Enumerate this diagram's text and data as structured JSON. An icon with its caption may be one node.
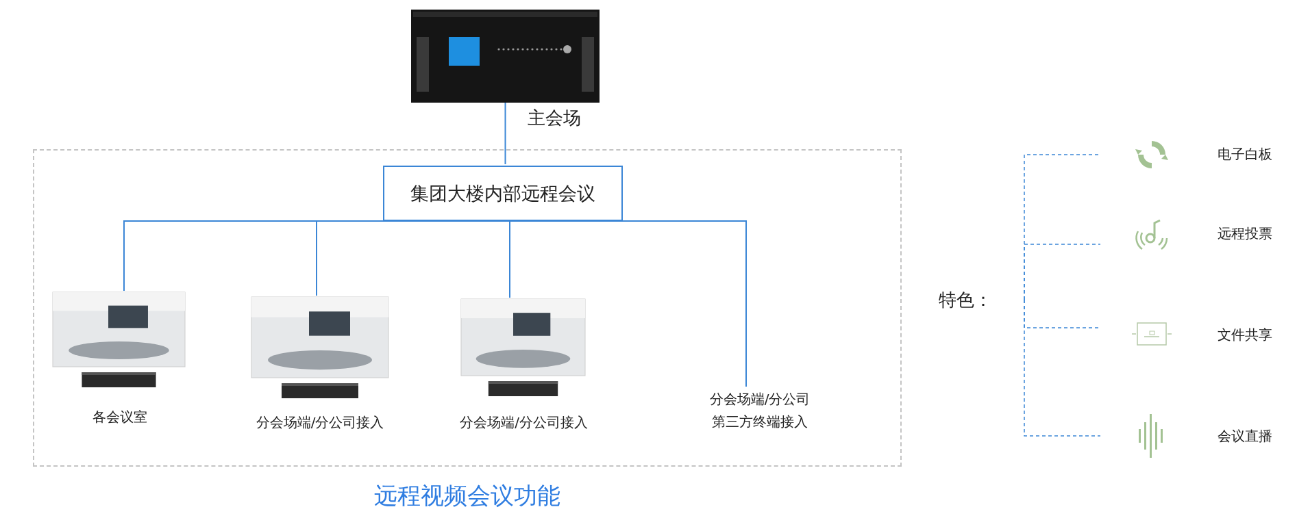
{
  "diagram": {
    "nodes": [
      {
        "text": [],
        "shape": "picture",
        "beside": [
          "主会场"
        ]
      },
      {
        "text": [
          "远程视频会议功能"
        ]
      },
      {
        "text": [
          "集团大楼内部远程会议"
        ],
        "in": 1
      },
      {
        "text": [],
        "shape": "picture",
        "beside": [
          "各会议室"
        ],
        "in": 1
      },
      {
        "text": [],
        "shape": "picture",
        "beside": [
          "分会场端/分公司接入"
        ],
        "in": 1
      },
      {
        "text": [],
        "shape": "picture",
        "beside": [
          "分会场端/分公司接入"
        ],
        "in": 1
      },
      {
        "text": [
          "分会场端/分公司第三方终端接入"
        ],
        "in": 1
      },
      {
        "text": [
          "特色："
        ]
      },
      {
        "text": [],
        "shape": "picture",
        "beside": [
          "电子白板"
        ]
      },
      {
        "text": [],
        "shape": "picture",
        "beside": [
          "远程投票"
        ]
      },
      {
        "text": [],
        "shape": "picture",
        "beside": [
          "文件共享"
        ]
      },
      {
        "text": [],
        "shape": "picture",
        "beside": [
          "会议直播"
        ]
      }
    ],
    "edges": [
      {
        "from": 0,
        "to": 2,
        "arrow": "none"
      },
      {
        "from": 2,
        "to": 3,
        "arrow": "none"
      },
      {
        "from": 2,
        "to": 4,
        "arrow": "none"
      },
      {
        "from": 2,
        "to": 5,
        "arrow": "none"
      },
      {
        "from": 2,
        "to": 6,
        "arrow": "none"
      },
      {
        "from": 7,
        "to": 8,
        "arrow": "none",
        "style": "dashed"
      },
      {
        "from": 7,
        "to": 9,
        "arrow": "none",
        "style": "dashed"
      },
      {
        "from": 7,
        "to": 10,
        "arrow": "none",
        "style": "dashed"
      },
      {
        "from": 7,
        "to": 11,
        "arrow": "none",
        "style": "dashed"
      }
    ]
  }
}
